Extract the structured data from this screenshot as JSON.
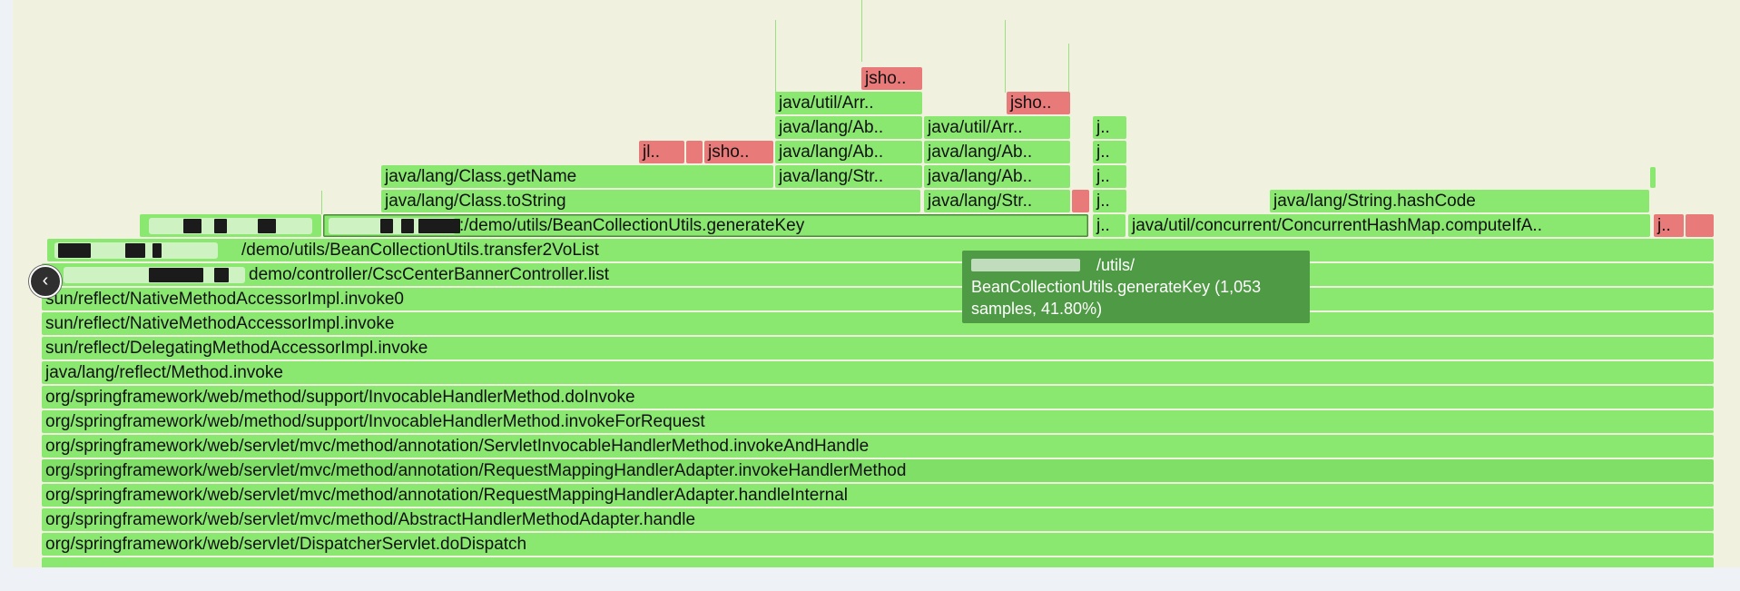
{
  "flamegraph": {
    "frames": {
      "f_jsho_top": "jsho..",
      "f_util_arr_1": "java/util/Arr..",
      "f_jsho_right": "jsho..",
      "f_lang_ab_1": "java/lang/Ab..",
      "f_util_arr_2": "java/util/Arr..",
      "f_j_col_1": "j..",
      "f_jl_red": "jl..",
      "f_jsho_left": "jsho..",
      "f_lang_ab_2": "java/lang/Ab..",
      "f_lang_ab_3": "java/lang/Ab..",
      "f_j_col_2": "j..",
      "f_class_getname": "java/lang/Class.getName",
      "f_lang_str_1": "java/lang/Str..",
      "f_lang_ab_4": "java/lang/Ab..",
      "f_j_col_3": "j..",
      "f_class_tostring": "java/lang/Class.toString",
      "f_lang_str_2": "java/lang/Str..",
      "f_j_col_4": "j..",
      "f_hashcode": "java/lang/String.hashCode",
      "f_generatekey": ":/demo/utils/BeanCollectionUtils.generateKey",
      "f_j_col_5": "j..",
      "f_computeifa": "java/util/concurrent/ConcurrentHashMap.computeIfA..",
      "f_j_right": "j..",
      "f_transfer": "/demo/utils/BeanCollectionUtils.transfer2VoList",
      "f_controller": "demo/controller/CscCenterBannerController.list",
      "f_invoke0": "sun/reflect/NativeMethodAccessorImpl.invoke0",
      "f_native_invoke": "sun/reflect/NativeMethodAccessorImpl.invoke",
      "f_delegating": "sun/reflect/DelegatingMethodAccessorImpl.invoke",
      "f_method_invoke": "java/lang/reflect/Method.invoke",
      "f_doinvoke": "org/springframework/web/method/support/InvocableHandlerMethod.doInvoke",
      "f_invokeforrequest": "org/springframework/web/method/support/InvocableHandlerMethod.invokeForRequest",
      "f_invokeandhandle": "org/springframework/web/servlet/mvc/method/annotation/ServletInvocableHandlerMethod.invokeAndHandle",
      "f_invokehandlermethod": "org/springframework/web/servlet/mvc/method/annotation/RequestMappingHandlerAdapter.invokeHandlerMethod",
      "f_handleinternal": "org/springframework/web/servlet/mvc/method/annotation/RequestMappingHandlerAdapter.handleInternal",
      "f_handle": "org/springframework/web/servlet/mvc/method/AbstractHandlerMethodAdapter.handle",
      "f_dodispatch": "org/springframework/web/servlet/DispatcherServlet.doDispatch"
    },
    "tooltip": {
      "line1": "/utils/",
      "line2": "BeanCollectionUtils.generateKey (1,053",
      "line3": "samples, 41.80%)"
    },
    "colors": {
      "hot": "#e97a7a",
      "warm": "#8ae870",
      "tooltip": "#4f9a44",
      "background": "#f1f1df"
    }
  },
  "controls": {
    "back_button_icon": "chevron-left-icon",
    "back_button_glyph": "‹"
  }
}
